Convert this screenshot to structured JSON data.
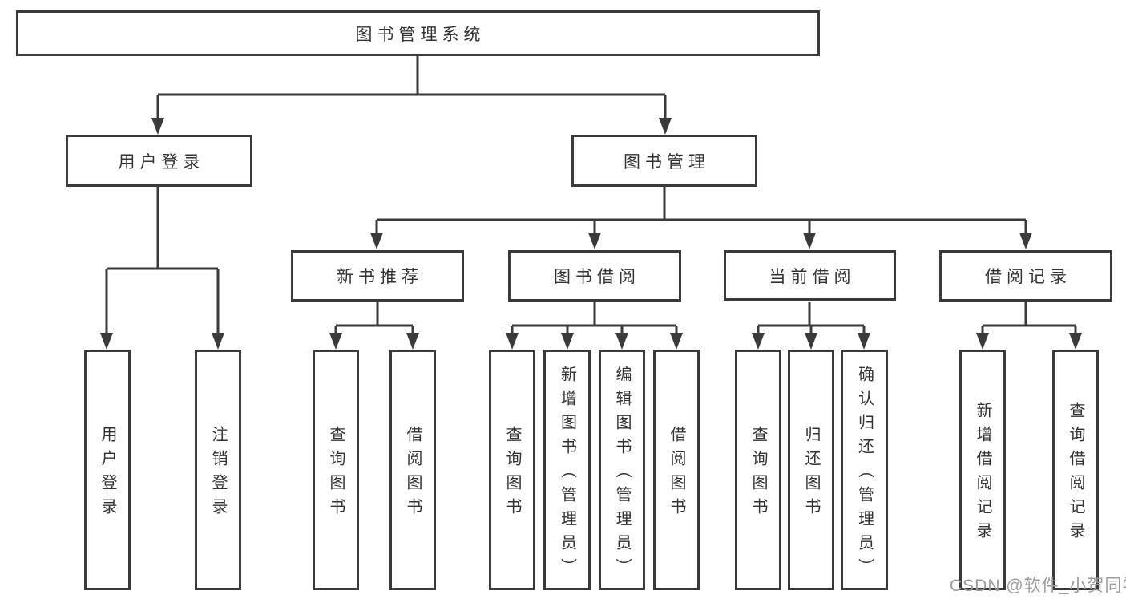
{
  "title": "图书管理系统",
  "tree": {
    "label": "图书管理系统",
    "children": [
      {
        "label": "用户登录",
        "children": [
          {
            "label": "用户登录"
          },
          {
            "label": "注销登录"
          }
        ]
      },
      {
        "label": "图书管理",
        "children": [
          {
            "label": "新书推荐",
            "children": [
              {
                "label": "查询图书"
              },
              {
                "label": "借阅图书"
              }
            ]
          },
          {
            "label": "图书借阅",
            "children": [
              {
                "label": "查询图书"
              },
              {
                "label": "新增图书（管理员）"
              },
              {
                "label": "编辑图书（管理员）"
              },
              {
                "label": "借阅图书"
              }
            ]
          },
          {
            "label": "当前借阅",
            "children": [
              {
                "label": "查询图书"
              },
              {
                "label": "归还图书"
              },
              {
                "label": "确认归还（管理员）"
              }
            ]
          },
          {
            "label": "借阅记录",
            "children": [
              {
                "label": "新增借阅记录"
              },
              {
                "label": "查询借阅记录"
              }
            ]
          }
        ]
      }
    ]
  },
  "watermark": {
    "text": "CSDN @软件_小贺同学"
  },
  "colors": {
    "line": "#3a3a3a",
    "box_border": "#3a3a3a",
    "text": "#333333",
    "watermark": "#9c9c9c",
    "background": "#ffffff"
  }
}
